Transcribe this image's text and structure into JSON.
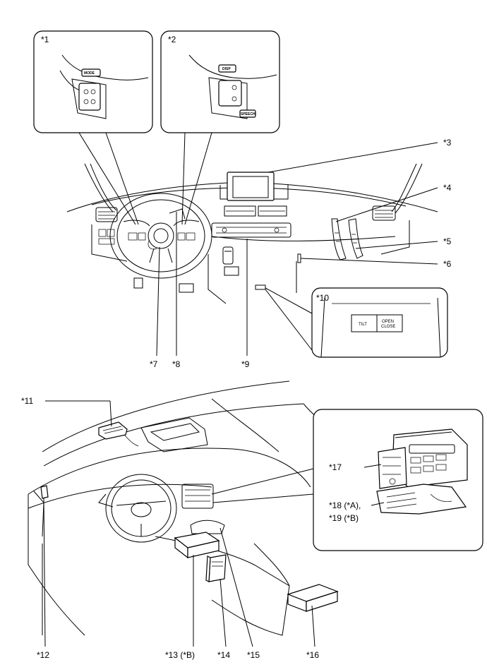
{
  "callouts": {
    "c1": "*1",
    "c2": "*2",
    "c3": "*3",
    "c4": "*4",
    "c5": "*5",
    "c6": "*6",
    "c7": "*7",
    "c8": "*8",
    "c9": "*9",
    "c10": "*10",
    "c11": "*11",
    "c12": "*12",
    "c13": "*13 (*B)",
    "c14": "*14",
    "c15": "*15",
    "c16": "*16",
    "c17": "*17",
    "c18": "*18 (*A),",
    "c19": "*19 (*B)"
  },
  "inset1_labels": {
    "mode": "MODE"
  },
  "inset2_labels": {
    "disp": "DISP",
    "voice": "SPEECH"
  },
  "inset10_labels": {
    "tilt": "TILT",
    "open": "OPEN",
    "close": "CLOSE"
  }
}
